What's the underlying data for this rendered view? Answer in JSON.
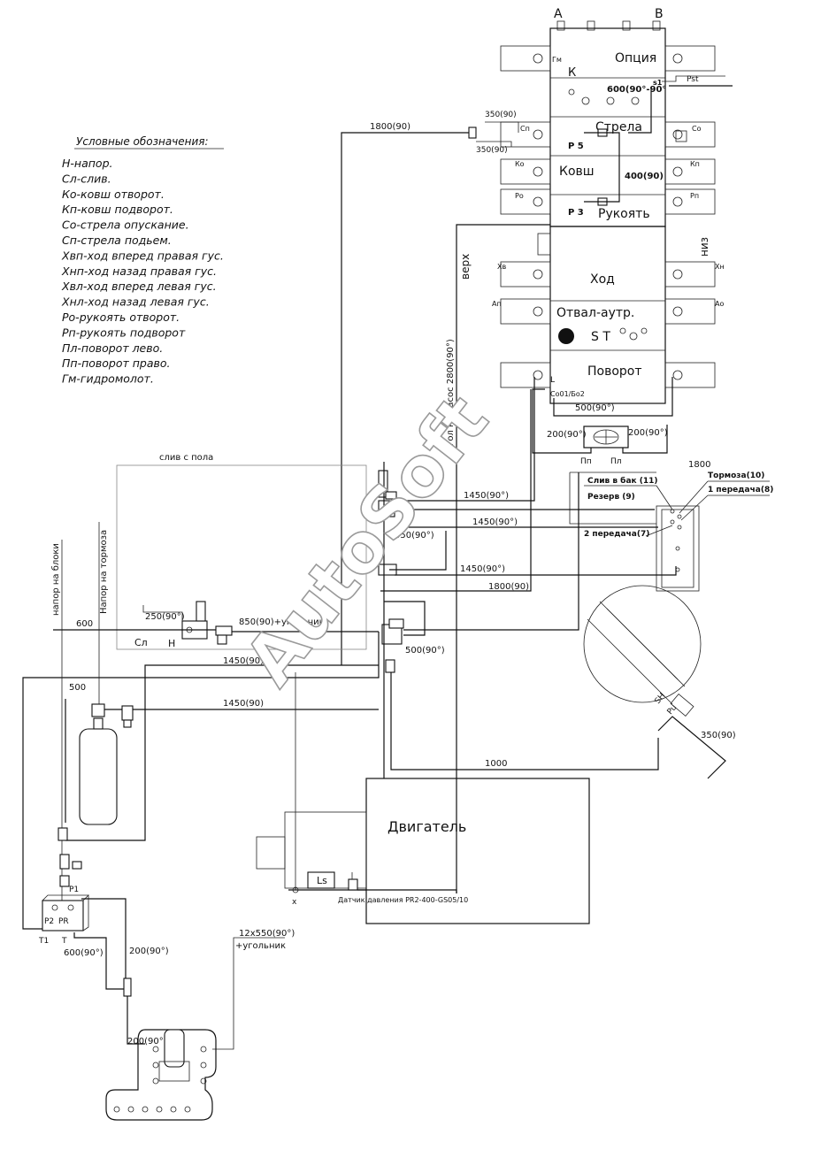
{
  "legend": {
    "title": "Условные обозначения:",
    "items": [
      "Н-напор.",
      "Сл-слив.",
      "Ко-ковш отворот.",
      "Кп-ковш подворот.",
      "Со-стрела опускание.",
      "Сп-стрела подьем.",
      "Хвп-ход вперед правая гус.",
      "Хнп-ход назад правая гус.",
      "Хвл-ход вперед левая гус.",
      "Хнл-ход назад левая гус.",
      "Ро-рукоять отворот.",
      "Рп-рукоять подворот",
      "Пл-поворот лево.",
      "Пп-поворот право.",
      "Гм-гидромолот."
    ]
  },
  "valve": {
    "port_a": "A",
    "port_b": "B",
    "sections": {
      "option": "Опция",
      "boom": "Стрела",
      "bucket": "Ковш",
      "arm": "Рукоять",
      "travel": "Ход",
      "blade": "Отвал-аутр.",
      "swing": "Поворот"
    },
    "k": "К",
    "st": "S T",
    "verkh": "верх",
    "niz": "низ",
    "ports_left": [
      "Гм",
      "Сп",
      "Ко",
      "Ро",
      "Хв",
      "Ап"
    ],
    "ports_right": [
      "Со",
      "Кп",
      "Рп",
      "Хн",
      "Ао"
    ],
    "p5": "P 5",
    "p3": "P 3",
    "pst": "Pst",
    "s1": "s1",
    "l": "L",
    "code": "Со01/Бо2",
    "hose_600": "600(90°-90°",
    "hose_400": "400(90)",
    "hose_350a": "350(90)",
    "hose_350b": "350(90)"
  },
  "swing_motor": {
    "hose_500": "500(90°)",
    "hose_200l": "200(90°)",
    "hose_200r": "200(90°)",
    "pp": "Пп",
    "pl": "Пл"
  },
  "pedal_block": {
    "top": "1800",
    "drain": "Слив в бак (11)",
    "brake": "Тормоза(10)",
    "reserve": "Резерв (9)",
    "gear1": "1 передача(8)",
    "gear2": "2 передача(7)"
  },
  "lines": {
    "l1800_top": "1800(90)",
    "pump_line": "Угол на насос 2800(90°)",
    "drain_floor": "слив с пола",
    "l1450a": "1450(90°)",
    "l1450b": "1450(90°)",
    "l1450c": "1450(90°)",
    "l1450d": "1450(90)",
    "l1450e": "1450(90)",
    "l350c": "350(90°)",
    "l1800b": "1800(90)",
    "l500": "500(90°)",
    "l850": "850(90)+угольник",
    "l250": "250(90°)",
    "l600": "600",
    "l500b": "500",
    "l1000": "1000",
    "l350d": "350(90)",
    "sl": "Сл",
    "n": "Н",
    "to_blocks": "напор на блоки",
    "to_brakes": "Напор на тормоза",
    "l600b": "600(90°)",
    "l200": "200(90°)",
    "l12x550": "12x550(90°)",
    "plus_angle": "+угольник",
    "l200b": "200(90°)"
  },
  "engine": {
    "title": "Двигатель",
    "ls": "Ls",
    "x": "x",
    "sensor": "Датчик давления PR2-400-GS05/10"
  },
  "pr_block": {
    "p1": "P1",
    "p2": "P2",
    "pr": "PR",
    "t1": "T1",
    "t": "T"
  },
  "cooler": {
    "sh": "SH",
    "pu": "Pu"
  },
  "watermark": "AutoSoft"
}
